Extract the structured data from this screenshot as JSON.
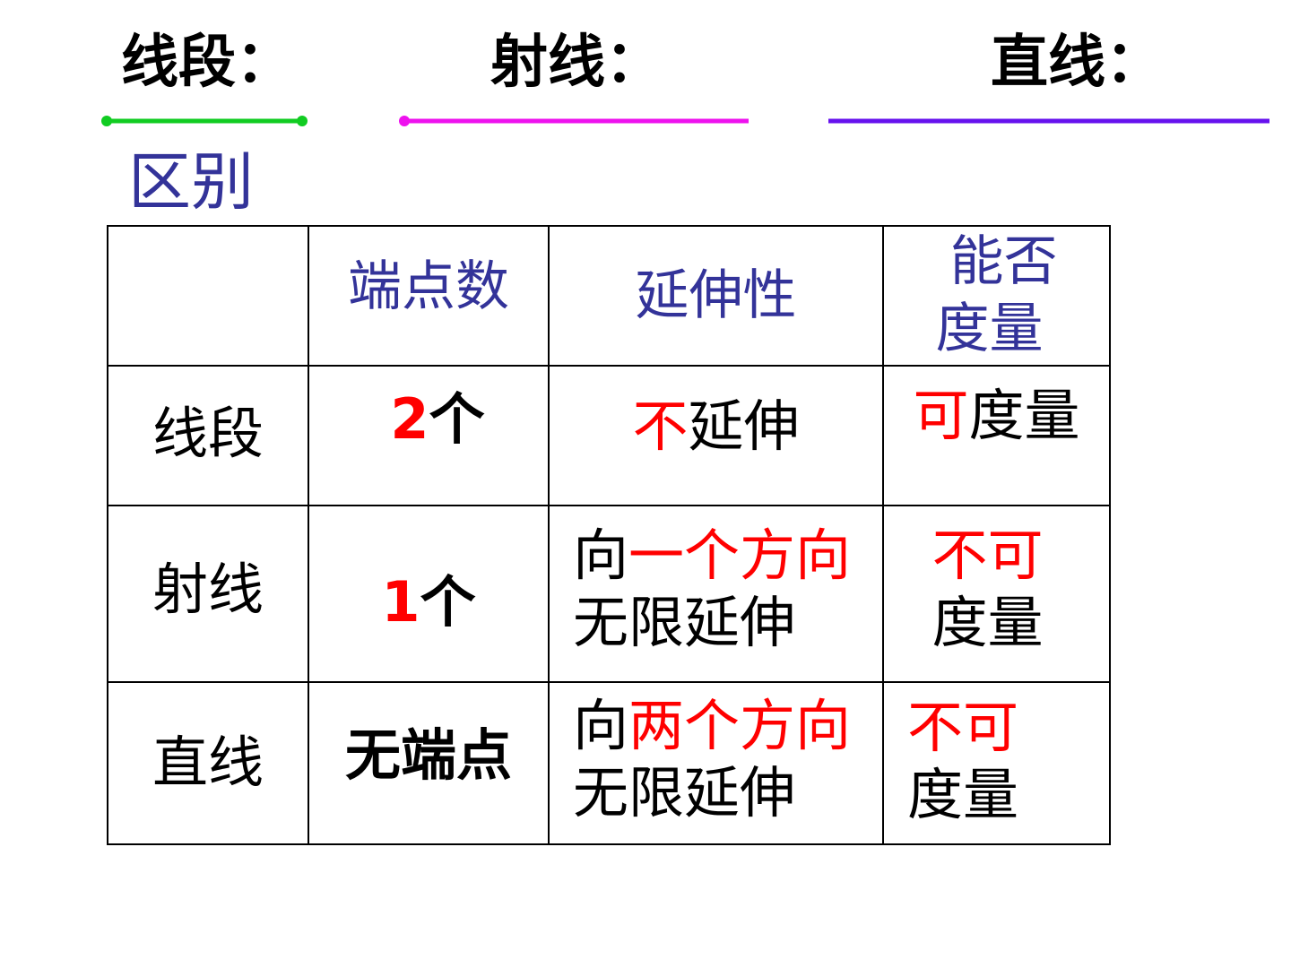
{
  "headings": {
    "segment": "线段：",
    "ray": "射线：",
    "line": "直线："
  },
  "colors": {
    "segment_line": "#11cc22",
    "ray_line": "#ee11ee",
    "line_line": "#6611ee",
    "header_text": "#333399",
    "emphasis": "#ff0000",
    "text": "#000000"
  },
  "section_title": "区别",
  "table": {
    "headers": {
      "blank": "",
      "endpoints": "端点数",
      "extension": "延伸性",
      "measurable_1": "能否",
      "measurable_2": "度量"
    },
    "rows": [
      {
        "label": "线段",
        "endpoints_num": "2",
        "endpoints_unit": "个",
        "extension_red": "不",
        "extension_rest": "延伸",
        "measure_red": "可",
        "measure_rest": "度量"
      },
      {
        "label": "射线",
        "endpoints_num": "1",
        "endpoints_unit": "个",
        "extension_pre": "向",
        "extension_red": "一个方向",
        "extension_line2": "无限延伸",
        "measure_red": "不可",
        "measure_line2": "度量"
      },
      {
        "label": "直线",
        "endpoints_text": "无端点",
        "extension_pre": "向",
        "extension_red": "两个方向",
        "extension_line2": "无限延伸",
        "measure_red": "不可",
        "measure_line2": "度量"
      }
    ]
  }
}
